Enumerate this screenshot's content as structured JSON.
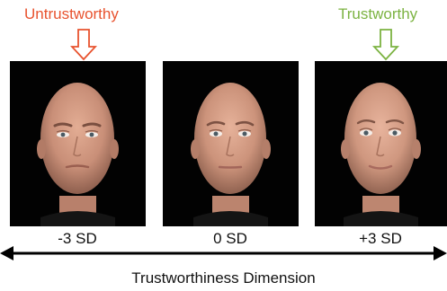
{
  "top_labels": {
    "untrustworthy": "Untrustworthy",
    "trustworthy": "Trustworthy"
  },
  "panels": [
    {
      "sd_label": "-3 SD"
    },
    {
      "sd_label": "0 SD"
    },
    {
      "sd_label": "+3 SD"
    }
  ],
  "axis": {
    "label": "Trustworthiness Dimension"
  },
  "colors": {
    "untrustworthy": "#e8532f",
    "trustworthy": "#7cb342",
    "panel_background": "#020202",
    "axis": "#000000"
  },
  "icons": {
    "untrustworthy_pointer": "down-arrow-outline-icon",
    "trustworthy_pointer": "down-arrow-outline-icon",
    "axis": "double-headed-arrow-icon"
  }
}
